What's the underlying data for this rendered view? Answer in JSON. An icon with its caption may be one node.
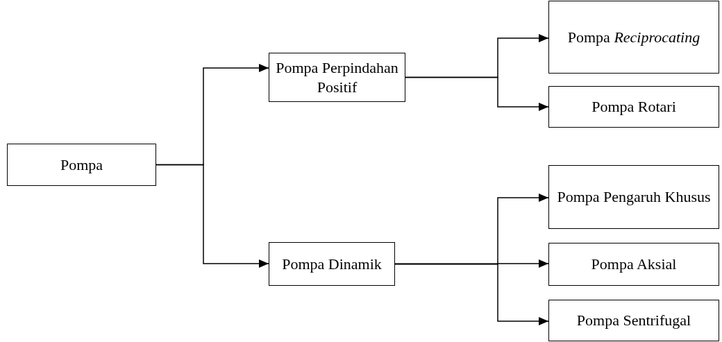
{
  "diagram": {
    "nodes": [
      {
        "text": [
          "Pompa"
        ]
      },
      {
        "text": [
          "Pompa Perpindahan Positif"
        ]
      },
      {
        "text": [
          "Pompa Dinamik"
        ]
      },
      {
        "text": [
          "Pompa *Reciprocating*"
        ]
      },
      {
        "text": [
          "Pompa Rotari"
        ]
      },
      {
        "text": [
          "Pompa Pengaruh Khusus"
        ]
      },
      {
        "text": [
          "Pompa Aksial"
        ]
      },
      {
        "text": [
          "Pompa Sentrifugal"
        ]
      }
    ],
    "edges": [
      {
        "from": 0,
        "to": 1,
        "arrow": "to"
      },
      {
        "from": 0,
        "to": 2,
        "arrow": "to"
      },
      {
        "from": 1,
        "to": 3,
        "arrow": "to"
      },
      {
        "from": 1,
        "to": 4,
        "arrow": "to"
      },
      {
        "from": 2,
        "to": 5,
        "arrow": "to"
      },
      {
        "from": 2,
        "to": 6,
        "arrow": "to"
      },
      {
        "from": 2,
        "to": 7,
        "arrow": "to"
      }
    ]
  }
}
